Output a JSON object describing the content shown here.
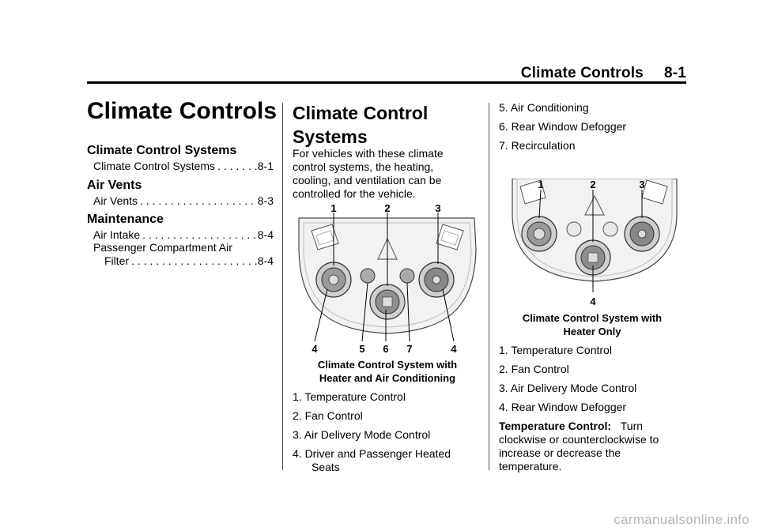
{
  "header": {
    "section": "Climate Controls",
    "page": "8-1"
  },
  "toc": {
    "title": "Climate Controls",
    "sections": [
      {
        "heading": "Climate Control Systems",
        "entries": [
          {
            "label": "Climate Control Systems",
            "page": "8-1"
          }
        ]
      },
      {
        "heading": "Air Vents",
        "entries": [
          {
            "label": "Air Vents",
            "page": "8-3"
          }
        ]
      },
      {
        "heading": "Maintenance",
        "entries": [
          {
            "label": "Air Intake",
            "page": "8-4"
          },
          {
            "label": "Passenger Compartment Air",
            "label2": "Filter",
            "page": "8-4"
          }
        ]
      }
    ]
  },
  "main": {
    "heading": "Climate Control Systems",
    "intro": "For vehicles with these climate control systems, the heating, cooling, and ventilation can be controlled for the vehicle.",
    "figure1": {
      "labels_top": [
        "1",
        "2",
        "3"
      ],
      "labels_bottom": [
        "4",
        "5",
        "6",
        "7",
        "4"
      ],
      "caption_line1": "Climate Control System with",
      "caption_line2": "Heater and Air Conditioning"
    },
    "list1": [
      "1.  Temperature Control",
      "2.  Fan Control",
      "3.  Air Delivery Mode Control",
      "4.  Driver and Passenger Heated",
      "Seats",
      "5.  Air Conditioning",
      "6.  Rear Window Defogger",
      "7.  Recirculation"
    ],
    "figure2": {
      "labels_top": [
        "1",
        "2",
        "3"
      ],
      "label_bottom": "4",
      "caption_line1": "Climate Control System with",
      "caption_line2": "Heater Only"
    },
    "list2": [
      "1.  Temperature Control",
      "2.  Fan Control",
      "3.  Air Delivery Mode Control",
      "4.  Rear Window Defogger"
    ],
    "temp_label": "Temperature Control:",
    "temp_text_1": "Turn",
    "temp_text_2": "clockwise or counterclockwise to",
    "temp_text_3": "increase or decrease the",
    "temp_text_4": "temperature."
  },
  "watermark": "carmanualsonline.info"
}
